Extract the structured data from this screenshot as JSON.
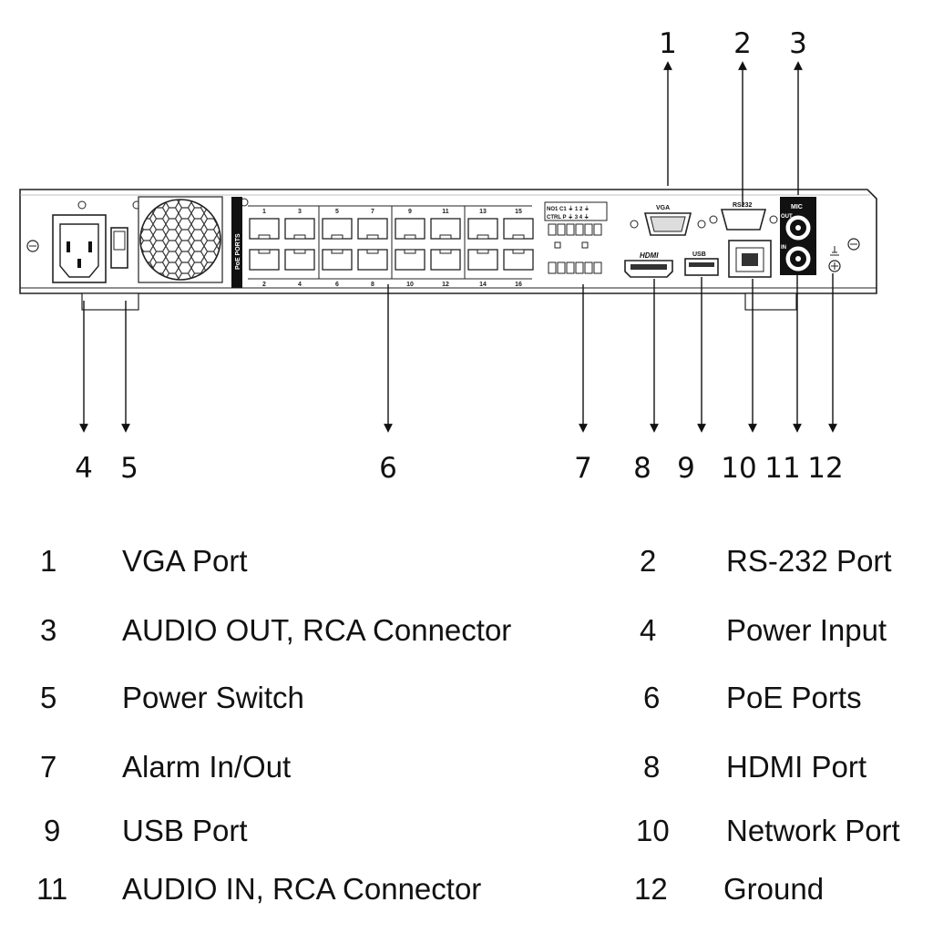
{
  "panel": {
    "poe_ports_label": "PoE PORTS",
    "vga_label": "VGA",
    "rs232_label": "RS232",
    "mic_label": "MIC",
    "out_label": "OUT",
    "in_label": "IN",
    "hdmi_label": "HDMI",
    "usb_label": "USB",
    "alarm_top_labels": "NO1  C1  ⏚  1  2  ⏚",
    "alarm_bottom_labels": "CTRL P  ⏚  3  4  ⏚",
    "poe_top_numbers": [
      "1",
      "3",
      "5",
      "7",
      "9",
      "11",
      "13",
      "15"
    ],
    "poe_bottom_numbers": [
      "2",
      "4",
      "6",
      "8",
      "10",
      "12",
      "14",
      "16"
    ]
  },
  "callouts": [
    "1",
    "2",
    "3",
    "4",
    "5",
    "6",
    "7",
    "8",
    "9",
    "10",
    "11",
    "12"
  ],
  "legend": [
    {
      "num": "1",
      "text": "VGA Port"
    },
    {
      "num": "2",
      "text": "RS-232 Port"
    },
    {
      "num": "3",
      "text": "AUDIO OUT, RCA Connector"
    },
    {
      "num": "4",
      "text": "Power Input"
    },
    {
      "num": "5",
      "text": "Power Switch"
    },
    {
      "num": "6",
      "text": "PoE Ports"
    },
    {
      "num": "7",
      "text": "Alarm In/Out"
    },
    {
      "num": "8",
      "text": "HDMI Port"
    },
    {
      "num": "9",
      "text": "USB Port"
    },
    {
      "num": "10",
      "text": "Network Port"
    },
    {
      "num": "11",
      "text": "AUDIO IN, RCA Connector"
    },
    {
      "num": "12",
      "text": "Ground"
    }
  ]
}
